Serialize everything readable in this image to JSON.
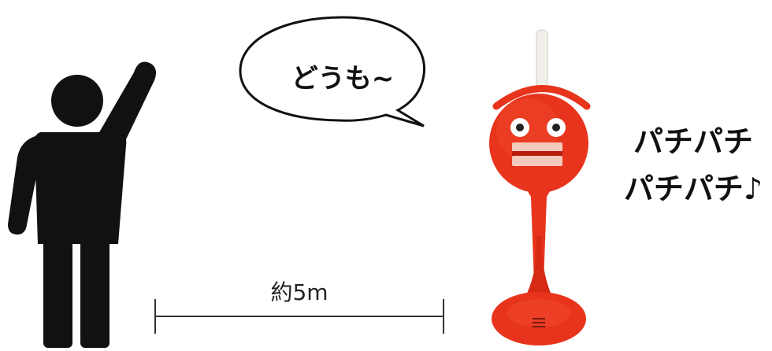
{
  "speech_bubble": {
    "text": "どうも~"
  },
  "toy_response": {
    "line1": "パチパチ",
    "line2": "パチパチ♪"
  },
  "distance": {
    "label": "約5m"
  },
  "colors": {
    "toy_red": "#e8341c",
    "toy_dark_red": "#c92510",
    "figure": "#111111",
    "line": "#333333"
  },
  "icons": {
    "person": "person-waving-icon",
    "toy": "clapping-toy-icon"
  }
}
